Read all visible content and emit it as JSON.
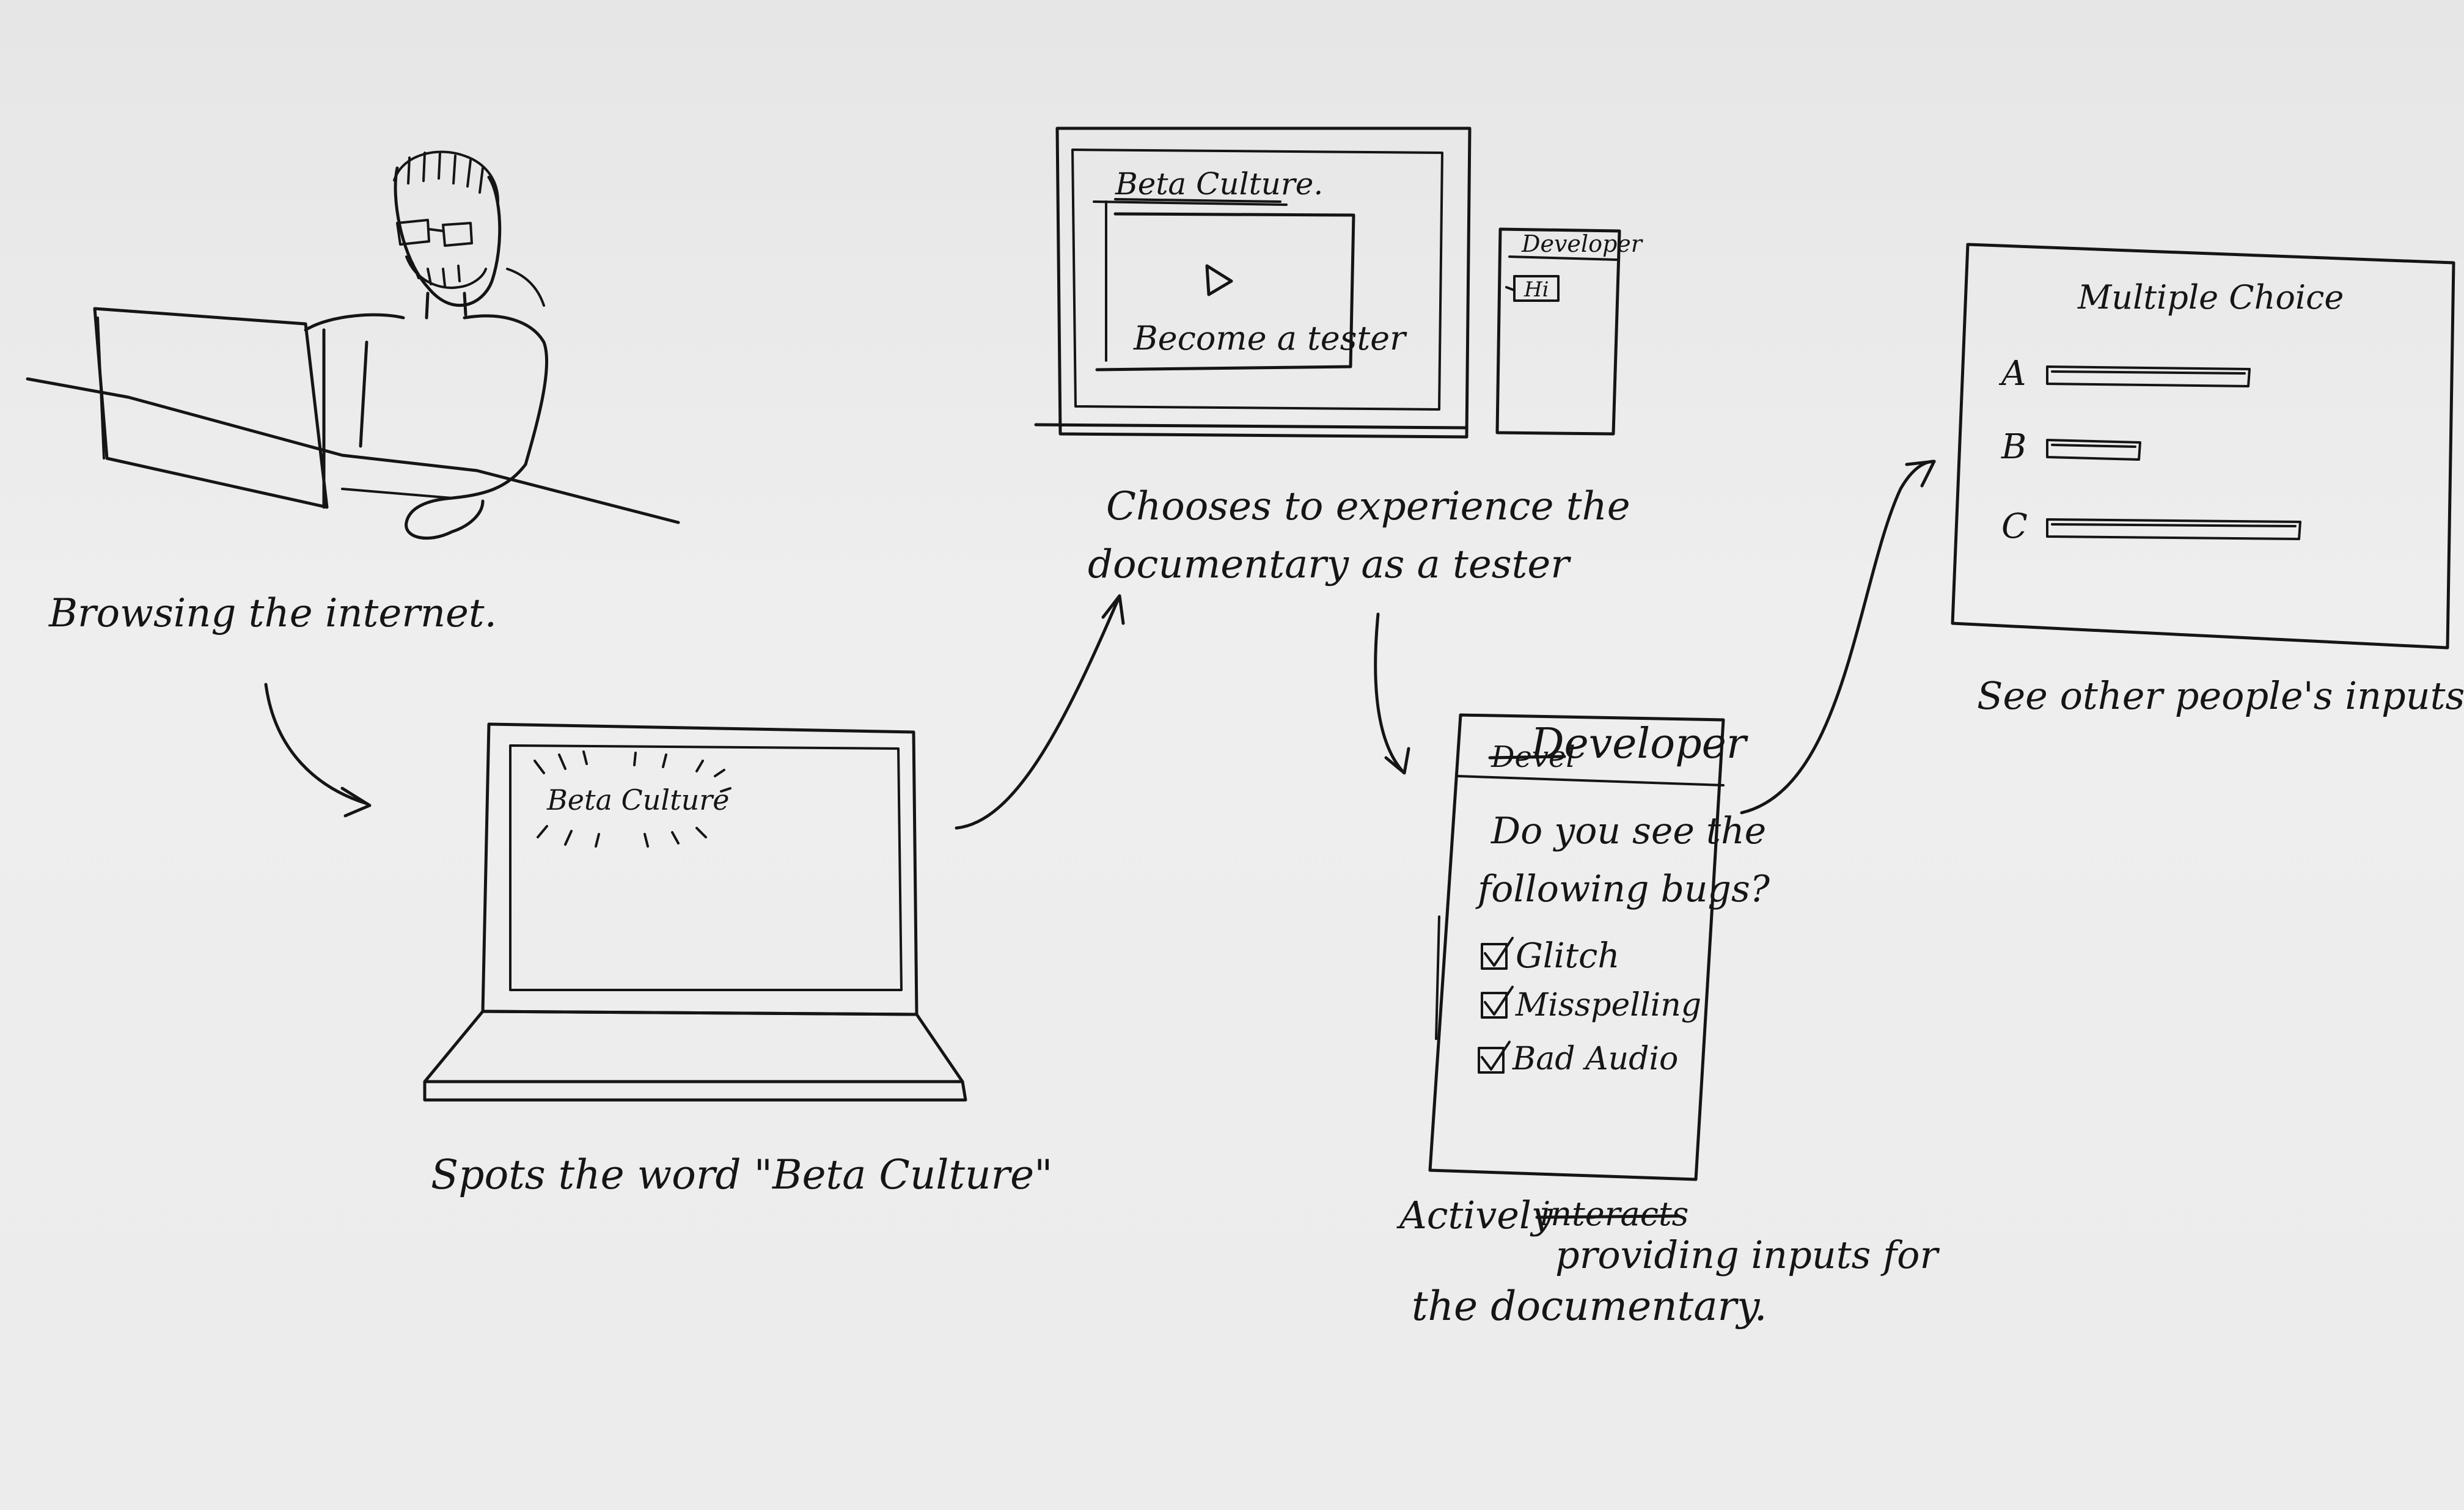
{
  "captions": {
    "browsing": "Browsing the internet.",
    "spots": "Spots the word \"Beta Culture\"",
    "chooses_line1": "Chooses to experience the",
    "chooses_line2": "documentary as a tester",
    "actively_prefix": "Actively",
    "actively_struck": "interacts",
    "actively_line2": "providing inputs for",
    "actively_line3": "the documentary.",
    "see_inputs": "See other people's inputs."
  },
  "laptop_screen": {
    "logo_text": "Beta Culture"
  },
  "monitor_screen": {
    "logo_text": "Beta Culture.",
    "cta_text": "Become a tester",
    "side_panel_title": "Developer",
    "side_panel_chip": "Hi"
  },
  "phone_screen": {
    "title_struck": "Devel",
    "title": "Developer",
    "question_line1": "Do you see the",
    "question_line2": "following bugs?",
    "options": [
      {
        "label": "Glitch",
        "checked": true
      },
      {
        "label": "Misspelling",
        "checked": true
      },
      {
        "label": "Bad Audio",
        "checked": true
      }
    ]
  },
  "results_screen": {
    "title": "Multiple Choice",
    "options": [
      {
        "letter": "A",
        "share": 0.72
      },
      {
        "letter": "B",
        "share": 0.33
      },
      {
        "letter": "C",
        "share": 0.9
      }
    ]
  }
}
